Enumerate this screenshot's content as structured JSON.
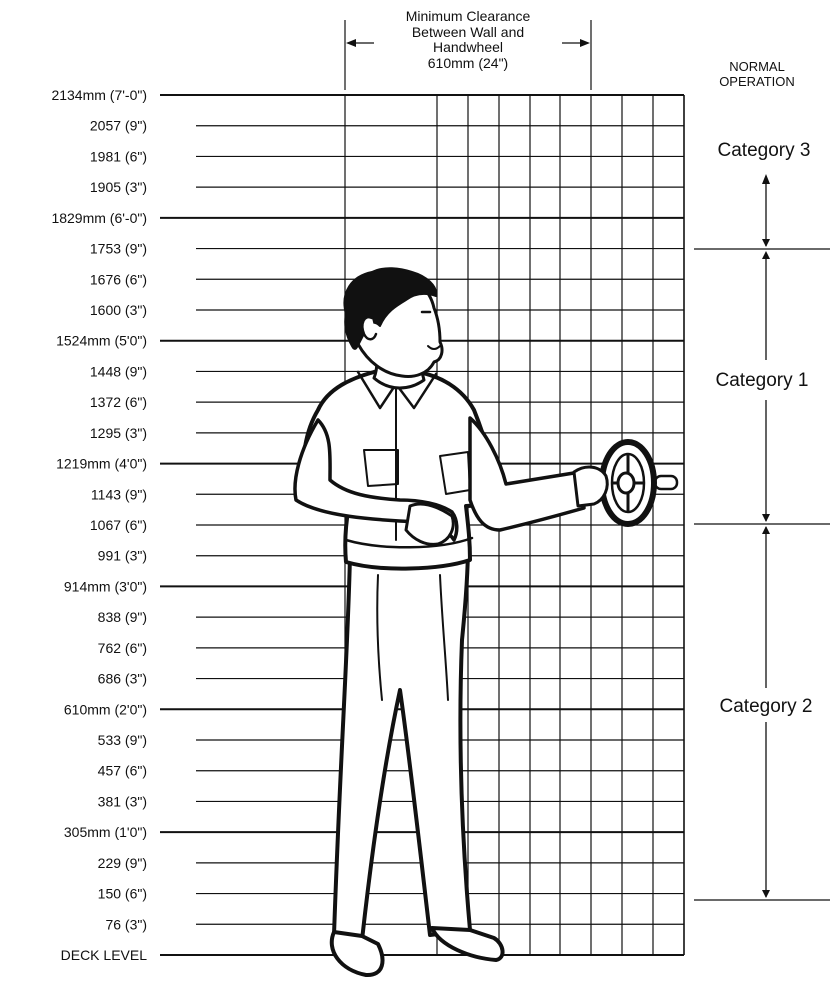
{
  "clearance_label": {
    "line1": "Minimum Clearance",
    "line2": "Between Wall and",
    "line3": "Handwheel",
    "line4": "610mm (24\")"
  },
  "normal_operation": {
    "line1": "NORMAL",
    "line2": "OPERATION"
  },
  "height_scale": [
    {
      "label": "2134mm (7'-0\")",
      "major": true
    },
    {
      "label": "2057 (9\")",
      "major": false
    },
    {
      "label": "1981 (6\")",
      "major": false
    },
    {
      "label": "1905 (3\")",
      "major": false
    },
    {
      "label": "1829mm (6'-0\")",
      "major": true
    },
    {
      "label": "1753 (9\")",
      "major": false
    },
    {
      "label": "1676 (6\")",
      "major": false
    },
    {
      "label": "1600 (3\")",
      "major": false
    },
    {
      "label": "1524mm (5'0\")",
      "major": true
    },
    {
      "label": "1448 (9\")",
      "major": false
    },
    {
      "label": "1372 (6\")",
      "major": false
    },
    {
      "label": "1295 (3\")",
      "major": false
    },
    {
      "label": "1219mm (4'0\")",
      "major": true
    },
    {
      "label": "1143 (9\")",
      "major": false
    },
    {
      "label": "1067 (6\")",
      "major": false
    },
    {
      "label": "991 (3\")",
      "major": false
    },
    {
      "label": "914mm (3'0\")",
      "major": true
    },
    {
      "label": "838 (9\")",
      "major": false
    },
    {
      "label": "762 (6\")",
      "major": false
    },
    {
      "label": "686 (3\")",
      "major": false
    },
    {
      "label": "610mm (2'0\")",
      "major": true
    },
    {
      "label": "533 (9\")",
      "major": false
    },
    {
      "label": "457 (6\")",
      "major": false
    },
    {
      "label": "381 (3\")",
      "major": false
    },
    {
      "label": "305mm (1'0\")",
      "major": true
    },
    {
      "label": "229 (9\")",
      "major": false
    },
    {
      "label": "150 (6\")",
      "major": false
    },
    {
      "label": "76 (3\")",
      "major": false
    },
    {
      "label": "DECK LEVEL",
      "major": true
    }
  ],
  "categories": [
    {
      "label": "Category 3"
    },
    {
      "label": "Category 1"
    },
    {
      "label": "Category 2"
    }
  ],
  "colors": {
    "line": "#111111",
    "background": "#ffffff"
  }
}
